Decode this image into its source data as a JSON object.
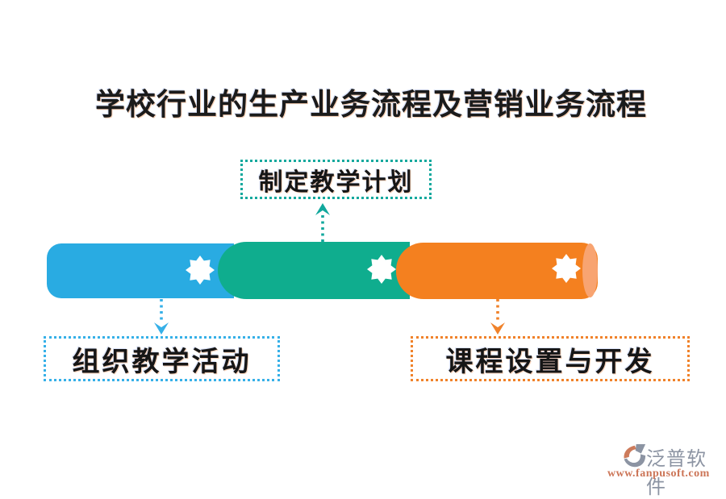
{
  "title": "学校行业的生产业务流程及营销业务流程",
  "flow": {
    "steps": [
      {
        "id": "plan",
        "label": "制定教学计划",
        "accent": "#12a89d",
        "position": "above-bar",
        "arrow_direction": "up"
      },
      {
        "id": "activity",
        "label": "组织教学活动",
        "accent": "#36b0e8",
        "position": "below-bar",
        "arrow_direction": "down"
      },
      {
        "id": "course",
        "label": "课程设置与开发",
        "accent": "#f0822a",
        "position": "below-bar",
        "arrow_direction": "down"
      }
    ],
    "bar_segments": [
      {
        "name": "segment-blue",
        "color": "#29abe2",
        "icon": "eight-point-star"
      },
      {
        "name": "segment-green",
        "color": "#0fad8e",
        "icon": "eight-point-star"
      },
      {
        "name": "segment-orange",
        "color": "#f4801f",
        "icon": "eight-point-star",
        "end_cap_color": "#f8a471"
      }
    ]
  },
  "colors": {
    "title_text": "#1b1b1b",
    "label_text": "#161616",
    "bar_blue": "#29abe2",
    "bar_green": "#0fad8e",
    "bar_orange": "#f4801f",
    "bar_end_cap": "#f8a471",
    "dotted_teal": "#12a89d",
    "dotted_blue": "#36b0e8",
    "dotted_orange": "#f0822a",
    "watermark_gray": "#8c94a3",
    "watermark_salmon": "#cc7557",
    "background": "#ffffff"
  },
  "watermark": {
    "brand": "泛普软件",
    "url": "www.fanpusoft.com"
  }
}
